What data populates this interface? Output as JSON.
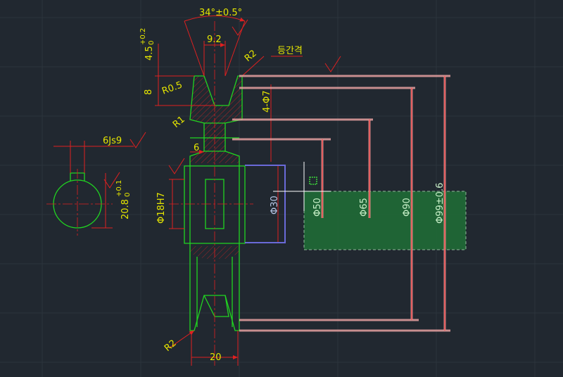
{
  "drawing": {
    "angle_dim": "34°±0.5°",
    "groove_width": "9.2",
    "groove_depth_tol": "4.5",
    "groove_depth_tol_plus": "+0.2",
    "groove_depth_tol_minus": "0",
    "r2_top": "R2",
    "equal_spacing": "등간격",
    "r05": "R0.5",
    "dim_8": "8",
    "holes": "4-Φ7",
    "r1": "R1",
    "keyway": "6Js9",
    "dim_6": "6",
    "key_depth": "20.8",
    "key_depth_plus": "+0.1",
    "key_depth_minus": "0",
    "bore": "Φ18H7",
    "dia_30": "Φ30",
    "dia_50": "Φ50",
    "dia_65": "Φ65",
    "dia_90": "Φ90",
    "dia_99": "Φ99±0.6",
    "r2_bottom": "R2",
    "width_20": "20"
  },
  "colors": {
    "background": "#212830",
    "outline": "#21d421",
    "dimension": "#e02020",
    "text": "#e6e600",
    "selection_fill": "#1f6b36",
    "selection_text": "#c8f0c8"
  },
  "icons": {
    "roughness": "surface-roughness-icon",
    "grip": "grip-icon"
  }
}
